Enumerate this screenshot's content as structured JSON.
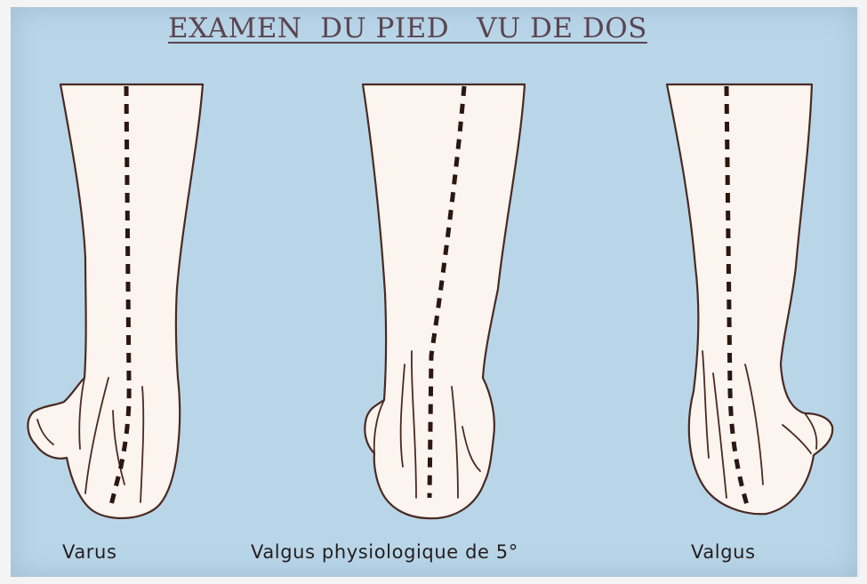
{
  "title": "EXAMEN  DU PIED   VU DE DOS",
  "feet": [
    {
      "id": "varus",
      "caption": "Varus"
    },
    {
      "id": "physiologique",
      "caption": "Valgus physiologique de 5°"
    },
    {
      "id": "valgus",
      "caption": "Valgus"
    }
  ],
  "colors": {
    "background": "#b9d6e9",
    "foot_fill": "#fbf4ef",
    "outline": "#4a2a22",
    "axis_line": "#2b1612"
  }
}
